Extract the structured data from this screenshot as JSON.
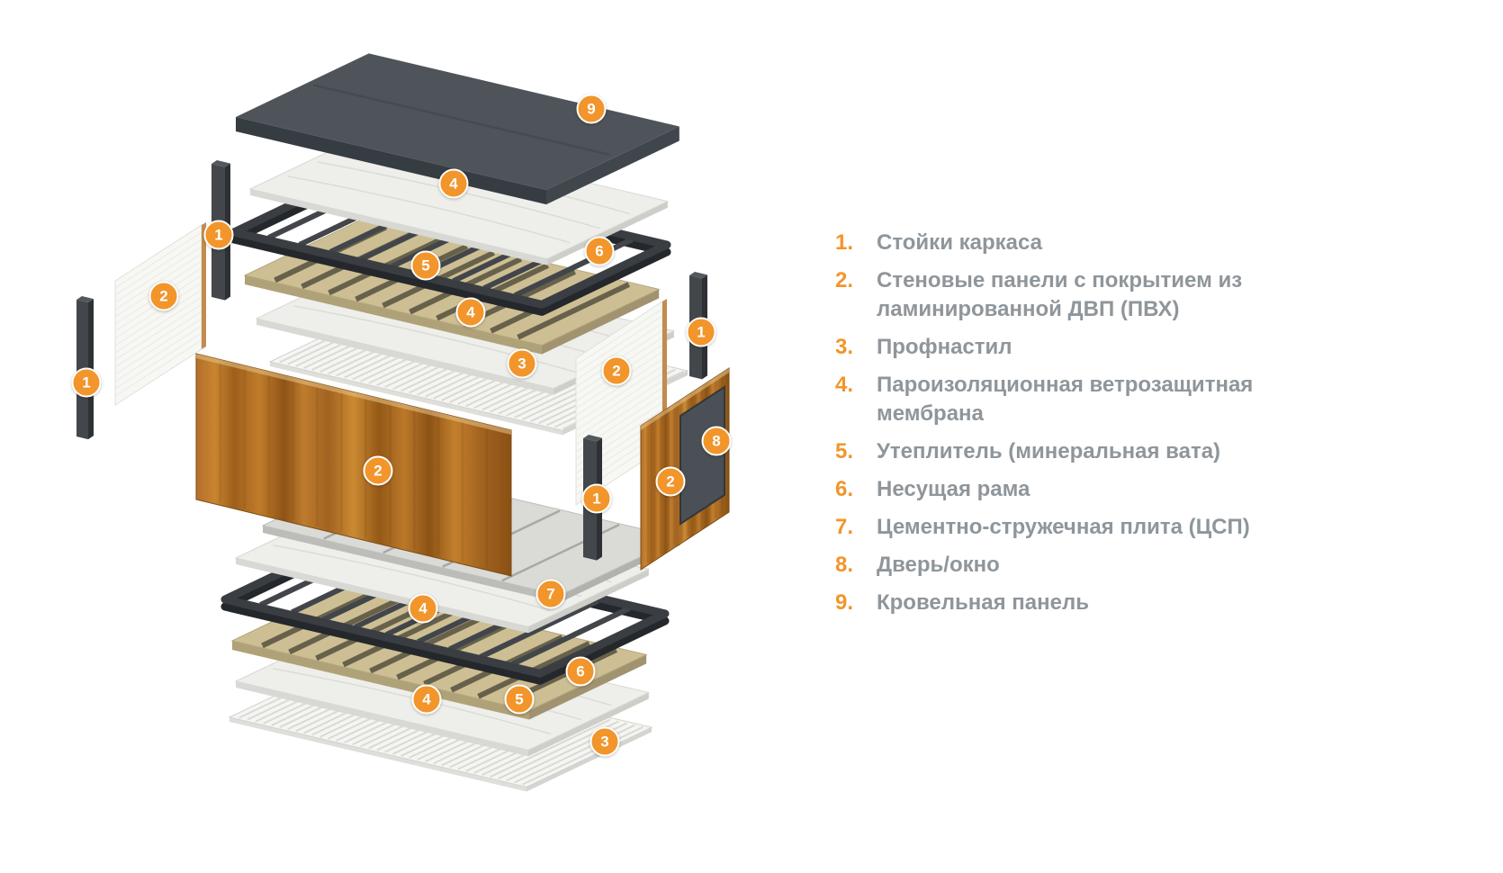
{
  "colors": {
    "accent": "#f2952b",
    "legend_text": "#8f969b",
    "roof": "#4e545a",
    "wood": "#a8661f",
    "wool": "#cdbf93",
    "frame": "#3a3e43"
  },
  "diagram": {
    "badges": [
      {
        "label": "9"
      },
      {
        "label": "4"
      },
      {
        "label": "6"
      },
      {
        "label": "5"
      },
      {
        "label": "4"
      },
      {
        "label": "3"
      },
      {
        "label": "1"
      },
      {
        "label": "2"
      },
      {
        "label": "1"
      },
      {
        "label": "2"
      },
      {
        "label": "1"
      },
      {
        "label": "8"
      },
      {
        "label": "2"
      },
      {
        "label": "2"
      },
      {
        "label": "1"
      },
      {
        "label": "7"
      },
      {
        "label": "4"
      },
      {
        "label": "6"
      },
      {
        "label": "5"
      },
      {
        "label": "4"
      },
      {
        "label": "3"
      }
    ]
  },
  "legend": {
    "items": [
      {
        "number": "1.",
        "text": "Стойки каркаса"
      },
      {
        "number": "2.",
        "text": "Стеновые панели с покрытием из ламинированной ДВП (ПВХ)"
      },
      {
        "number": "3.",
        "text": "Профнастил"
      },
      {
        "number": "4.",
        "text": "Пароизоляционная ветрозащитная мембрана"
      },
      {
        "number": "5.",
        "text": "Утеплитель (минеральная вата)"
      },
      {
        "number": "6.",
        "text": "Несущая рама"
      },
      {
        "number": "7.",
        "text": "Цементно-стружечная плита (ЦСП)"
      },
      {
        "number": "8.",
        "text": "Дверь/окно"
      },
      {
        "number": "9.",
        "text": "Кровельная панель"
      }
    ]
  }
}
